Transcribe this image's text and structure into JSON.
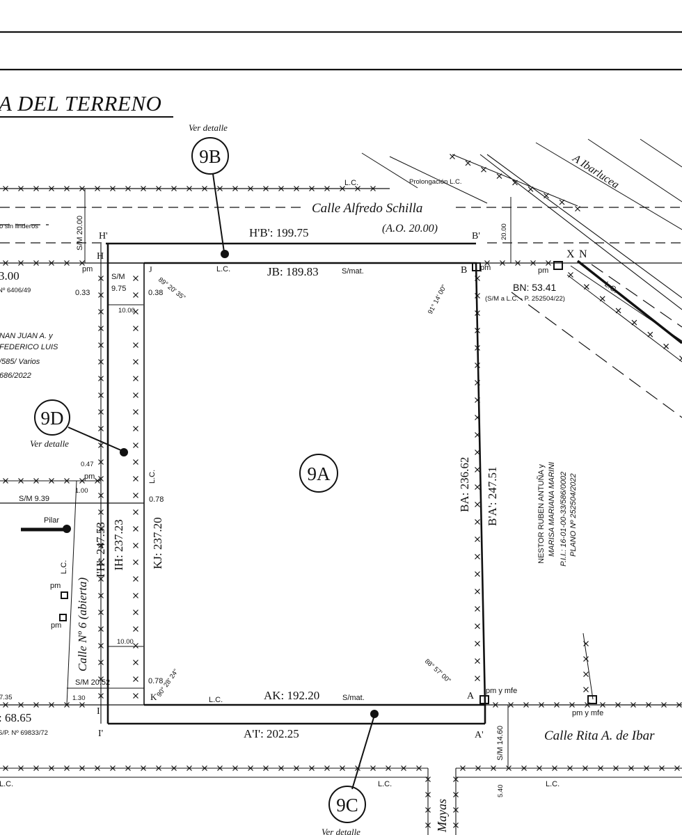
{
  "title": "A DEL TERRENO",
  "bubbles": {
    "9B": {
      "label": "9B",
      "note": "Ver detalle"
    },
    "9D": {
      "label": "9D",
      "note": "Ver detalle"
    },
    "9A": {
      "label": "9A"
    },
    "9C": {
      "label": "9C",
      "note": "Ver detalle"
    }
  },
  "streets": {
    "schilla": "Calle Alfredo Schilla",
    "schilla_width": "(A.O. 20.00)",
    "barlucea": "A Ibarlucea",
    "rita": "Calle Rita A. de Ibar",
    "calle6": "Calle Nº 6 (abierta)",
    "mayas": "Mayas",
    "prolongacion": "Prolongación L.C."
  },
  "dimensions": {
    "hb": "H'B': 199.75",
    "jb": "JB: 189.83",
    "ak": "AK: 192.20",
    "ai": "A'I': 202.25",
    "ba": "BA: 236.62",
    "bapr": "B'A': 247.51",
    "ih": "I'H': 247.53",
    "ih2": "IH: 237.23",
    "kj": "KJ: 237.20",
    "bn": "BN: 53.41",
    "left_area": ": 68.65",
    "left_area2": "3.00"
  },
  "small": {
    "sm2000": "S/M 20.00",
    "sm2000r": "20.00",
    "sm975": "9.75",
    "sm939": "S/M  9.39",
    "sm2052": "S/M 20.52",
    "sm1460": "S/M 14.60",
    "v033": "0.33",
    "v038": "0.38",
    "v1000a": "10.00",
    "v1000b": "10.00",
    "v047": "0.47",
    "v078a": "0.78",
    "v078b": "0.78",
    "v100": "1.00",
    "v130": "1.30",
    "v735": "7.35",
    "v540": "5.40",
    "smshort": "S/M",
    "smrat": "S/mat.",
    "smrat2": "S/mat.",
    "lc": "L.C.",
    "lc_j": "L.C.",
    "lc_k": "L.C.",
    "lc_bot": "L.C.",
    "lc_bot2": "L.C.",
    "lc_left": "L.C.",
    "lc_right": "L.C.",
    "lc_mid": "L.C.",
    "lc_v": "L.C.",
    "pm1": "pm",
    "pm2": "pm",
    "pm3": "pm",
    "pm4": "pm",
    "pm5": "pm",
    "pmfe1": "pm y mfe",
    "pmfe2": "pm y mfe",
    "pilar": "Pilar",
    "sinlinderos": "o sin linderos",
    "bn_sub": "(S/M a L.C. - P. 252504/22)",
    "ref_left": "Nº 6406/49",
    "ref_bot": "S/P. Nº 69833/72"
  },
  "angles": {
    "j": "89° 20' 35\"",
    "b": "91° 14' 00\"",
    "k": "90° 28' 24\"",
    "a": "88° 57' 00\""
  },
  "points": {
    "H": "H",
    "Hp": "H'",
    "Bp": "B'",
    "B": "B",
    "J": "J",
    "K": "K",
    "A": "A",
    "Ap": "A'",
    "I": "I",
    "Ip": "I'",
    "X": "X",
    "N": "N"
  },
  "owners": {
    "left": [
      "NAN JUAN A. y",
      "FEDERICO LUIS",
      "/585/ Varios",
      "686/2022"
    ],
    "right": [
      "NESTOR RUBEN ANTUÑA y",
      "MARISA MARIANA MARINI",
      "P.I.I.: 16-01-00-33/586/0002",
      "PLANO Nº 252504/2022"
    ]
  }
}
